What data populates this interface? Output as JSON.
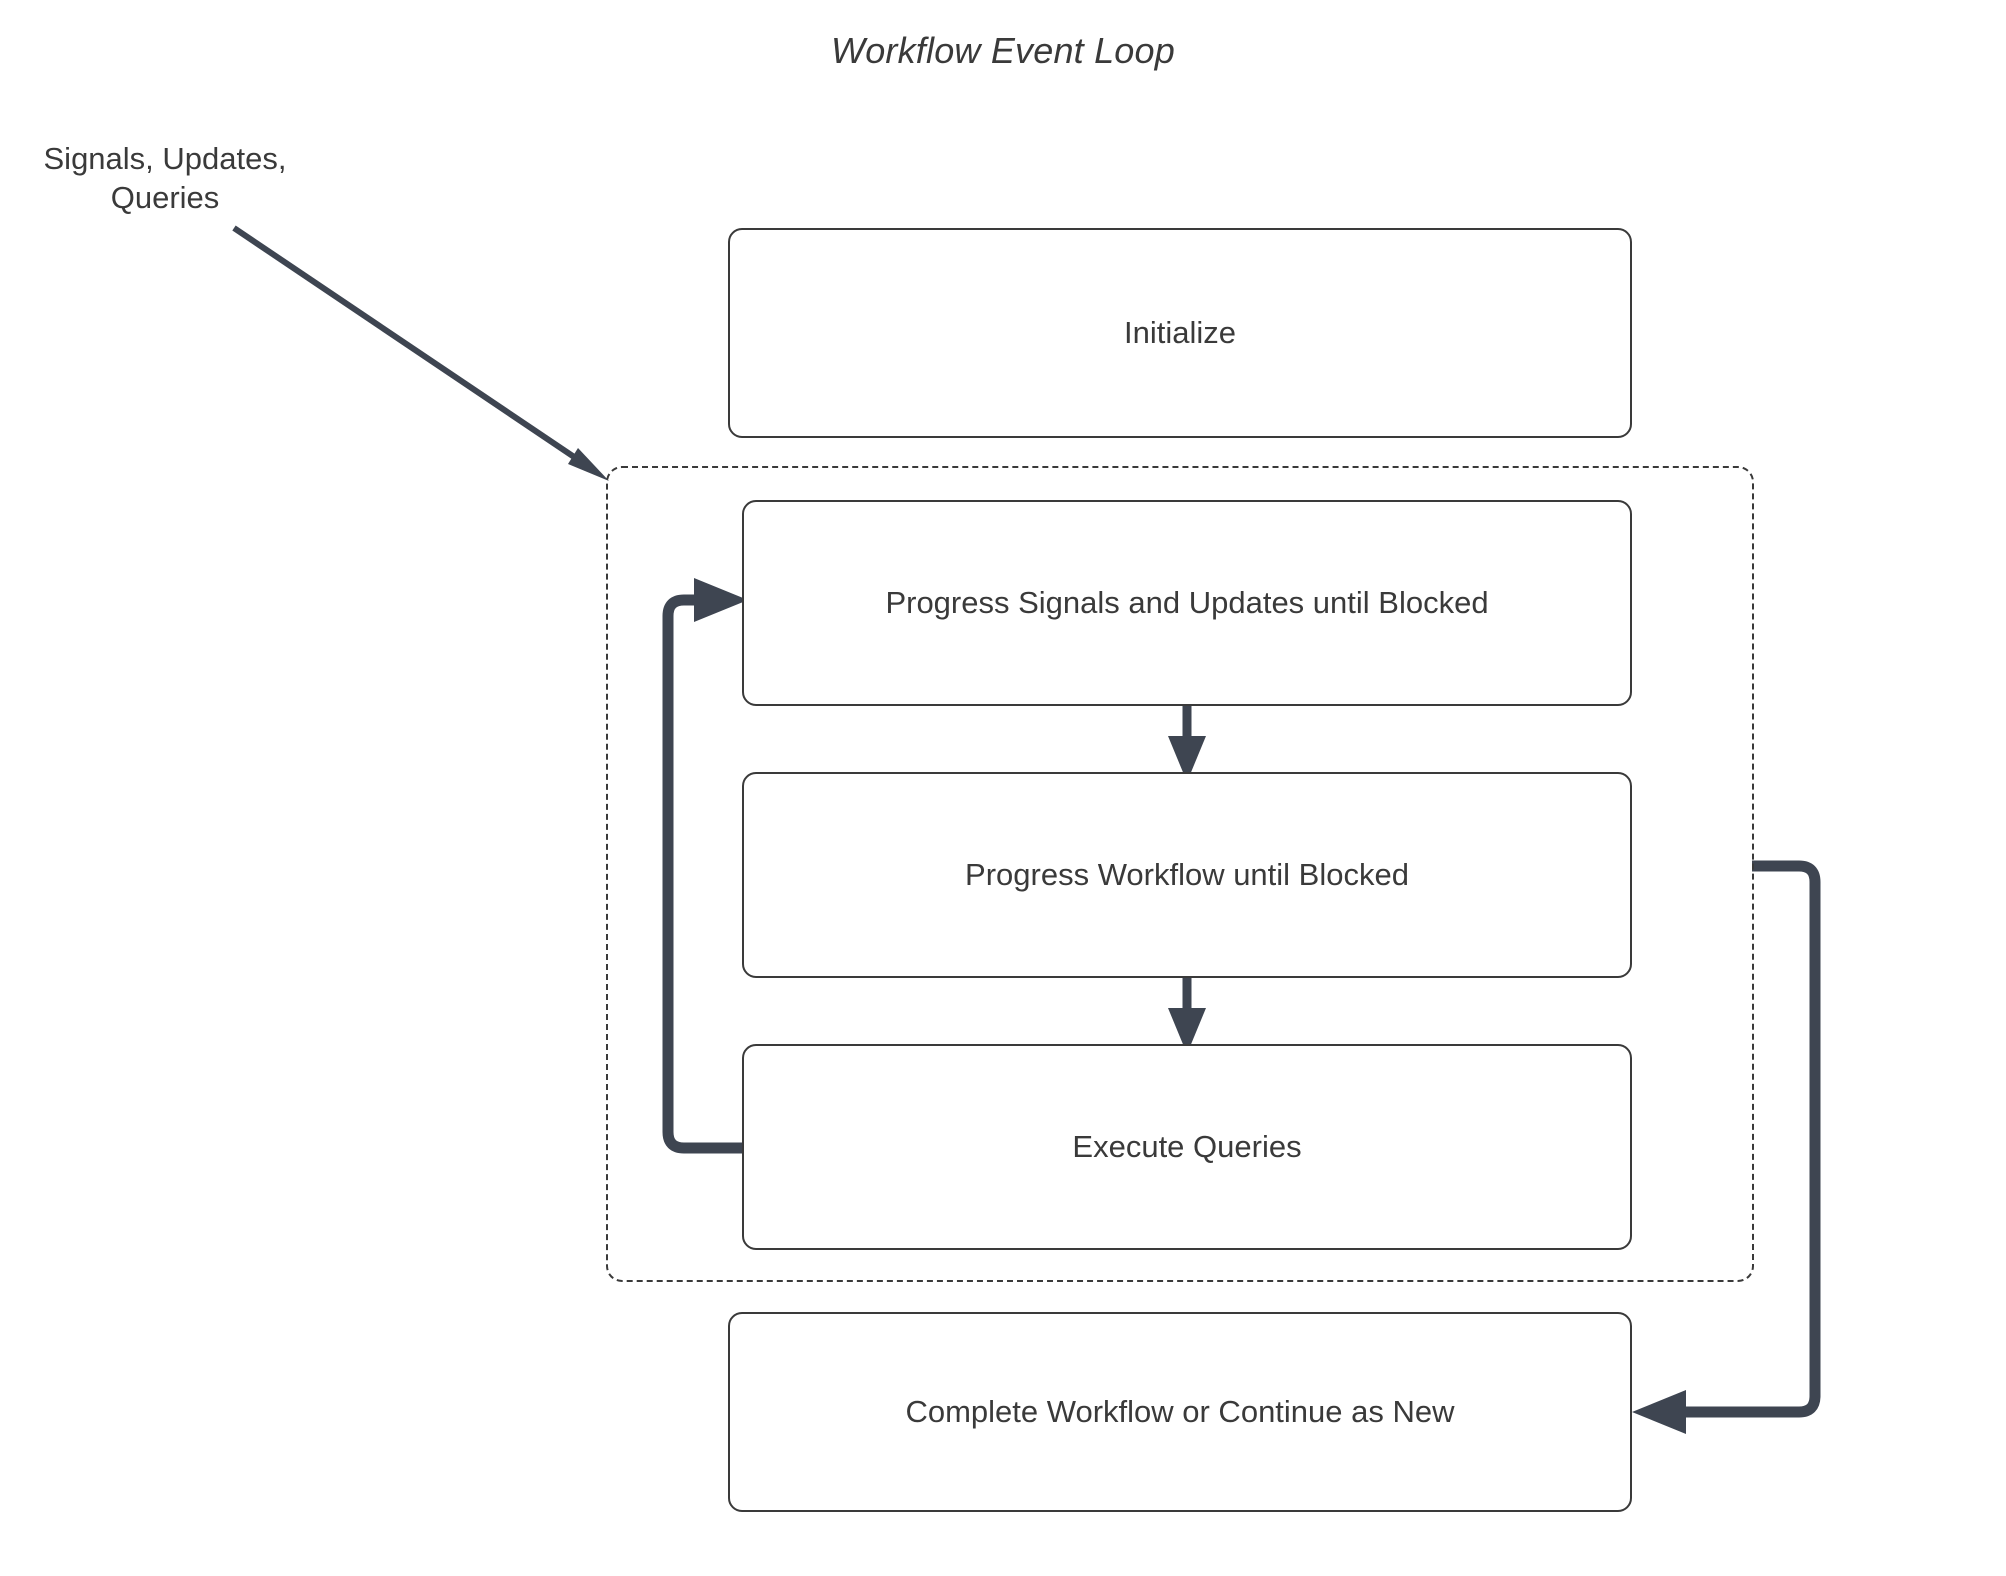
{
  "diagram": {
    "title": "Workflow Event Loop",
    "external_input_label": "Signals, Updates,\nQueries",
    "colors": {
      "connector": "#3e4551",
      "node_border": "#3a3a3a",
      "text": "#3a3a3a",
      "background": "#ffffff"
    },
    "nodes": [
      {
        "id": "initialize",
        "label": "Initialize"
      },
      {
        "id": "progress-signals",
        "label": "Progress Signals and Updates until Blocked"
      },
      {
        "id": "progress-workflow",
        "label": "Progress Workflow until Blocked"
      },
      {
        "id": "execute-queries",
        "label": "Execute Queries"
      },
      {
        "id": "complete-workflow",
        "label": "Complete Workflow or Continue as New"
      }
    ],
    "loop_group": {
      "style": "dashed",
      "contains": [
        "progress-signals",
        "progress-workflow",
        "execute-queries"
      ]
    },
    "edges": [
      {
        "id": "external-to-loop",
        "from": "Signals, Updates, Queries",
        "to": "loop-group",
        "style": "diagonal-arrow"
      },
      {
        "id": "signals-to-workflow",
        "from": "progress-signals",
        "to": "progress-workflow",
        "style": "arrow-down"
      },
      {
        "id": "workflow-to-queries",
        "from": "progress-workflow",
        "to": "execute-queries",
        "style": "arrow-down"
      },
      {
        "id": "queries-to-signals",
        "from": "execute-queries",
        "to": "progress-signals",
        "style": "loop-back-left"
      },
      {
        "id": "loop-to-complete",
        "from": "loop-group",
        "to": "complete-workflow",
        "style": "loop-right-down"
      }
    ]
  }
}
